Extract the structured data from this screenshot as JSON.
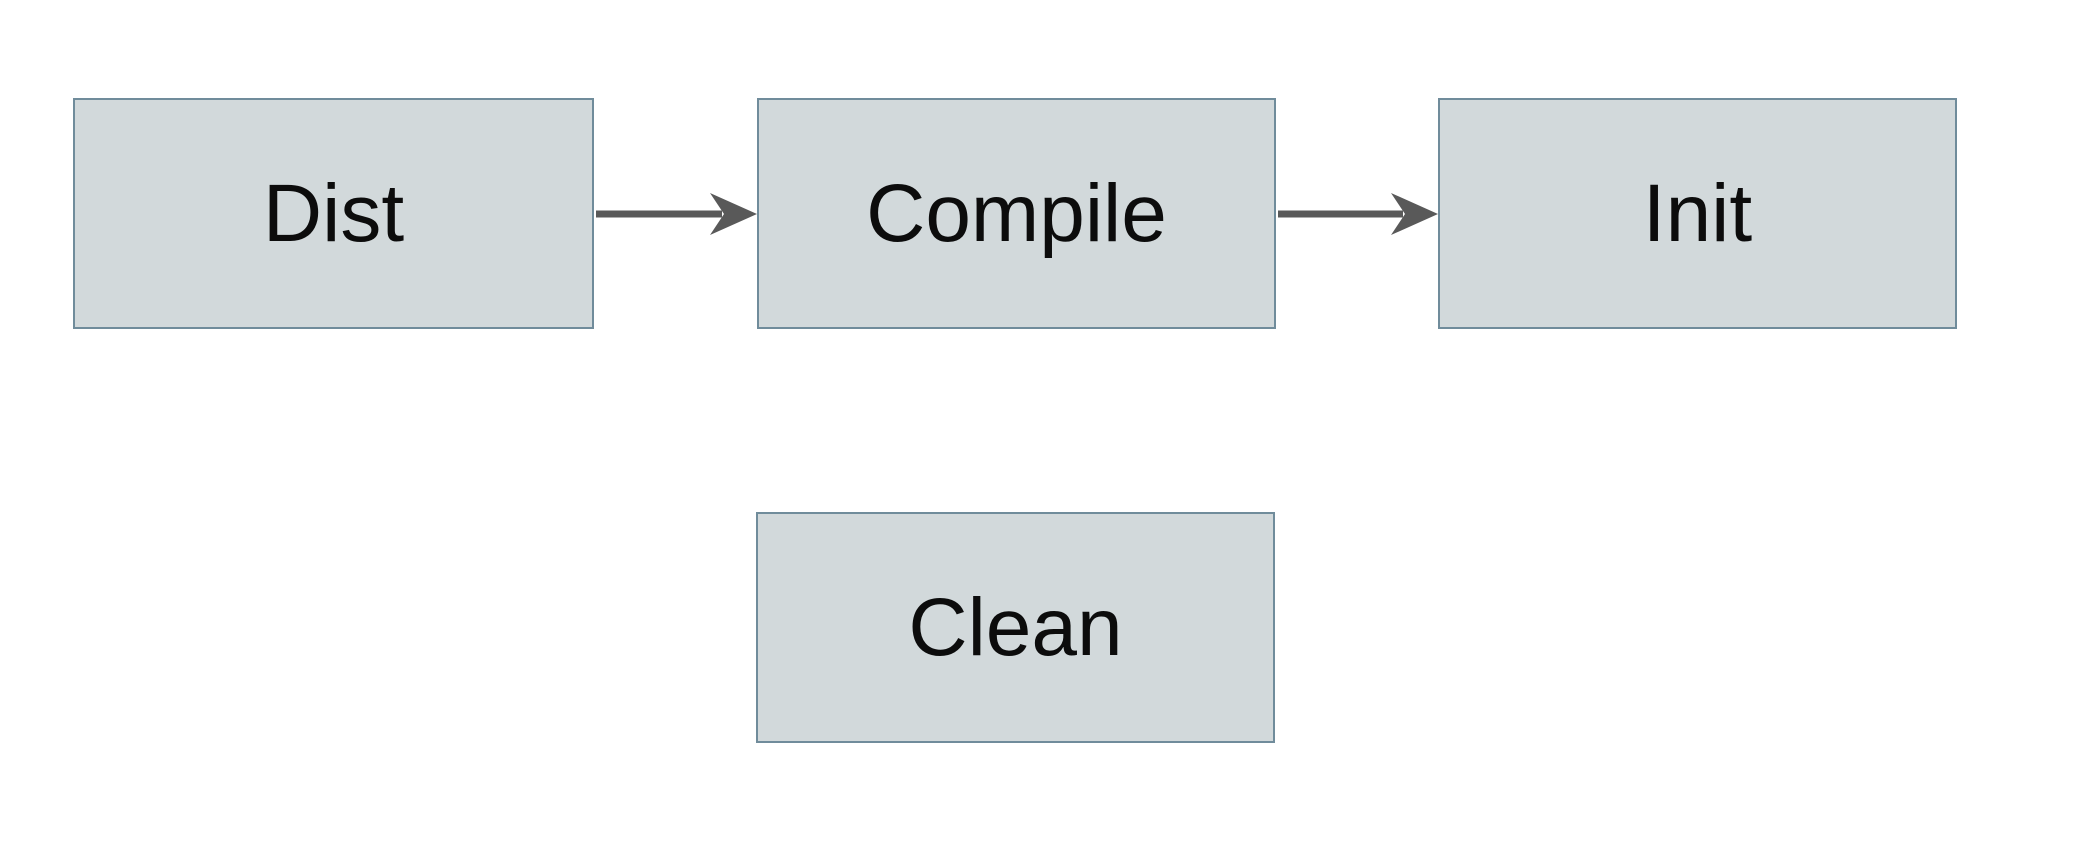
{
  "diagram": {
    "type": "flowchart",
    "nodes": [
      {
        "id": "dist",
        "label": "Dist"
      },
      {
        "id": "compile",
        "label": "Compile"
      },
      {
        "id": "init",
        "label": "Init"
      },
      {
        "id": "clean",
        "label": "Clean"
      }
    ],
    "edges": [
      {
        "from": "dist",
        "to": "compile",
        "style": "arrow-right"
      },
      {
        "from": "compile",
        "to": "init",
        "style": "arrow-right"
      }
    ]
  },
  "colors": {
    "background": "#ffffff",
    "box_fill": "#d2d9db",
    "box_border": "#708c9b",
    "arrow": "#595959",
    "text": "#0c0c0c"
  }
}
